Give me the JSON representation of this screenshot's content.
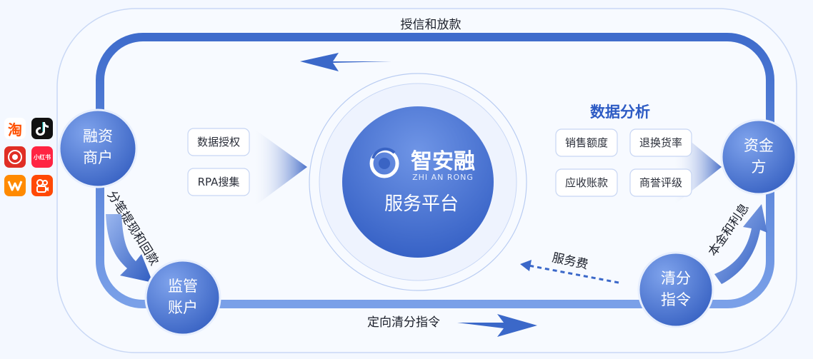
{
  "flow": {
    "top": "授信和放款",
    "bottom": "定向清分指令",
    "left_diag": "分笔提现和回款",
    "right_diag": "本金和利息",
    "service_fee": "服务费"
  },
  "nodes": {
    "merchant": [
      "融资",
      "商户"
    ],
    "supervision": [
      "监管",
      "账户"
    ],
    "clearing": [
      "清分",
      "指令"
    ],
    "funder": [
      "资金",
      "方"
    ]
  },
  "center": {
    "brand_cn": "智安融",
    "brand_en": "ZHI AN RONG",
    "subtitle": "服务平台"
  },
  "left_boxes": [
    "数据授权",
    "RPA搜集"
  ],
  "analysis": {
    "title": "数据分析",
    "items": [
      "销售额度",
      "退换货率",
      "应收账款",
      "商誉评级"
    ]
  },
  "apps": [
    {
      "icon": "taobao-icon",
      "text": "淘"
    },
    {
      "icon": "douyin-icon",
      "text": ""
    },
    {
      "icon": "pinduoduo-icon",
      "text": ""
    },
    {
      "icon": "xiaohongshu-icon",
      "text": "小红书"
    },
    {
      "icon": "weidian-icon",
      "text": ""
    },
    {
      "icon": "kuaishou-icon",
      "text": ""
    }
  ],
  "colors": {
    "track": "#3b68c9",
    "node": "#4a74d1",
    "accent": "#2d5bc4"
  }
}
